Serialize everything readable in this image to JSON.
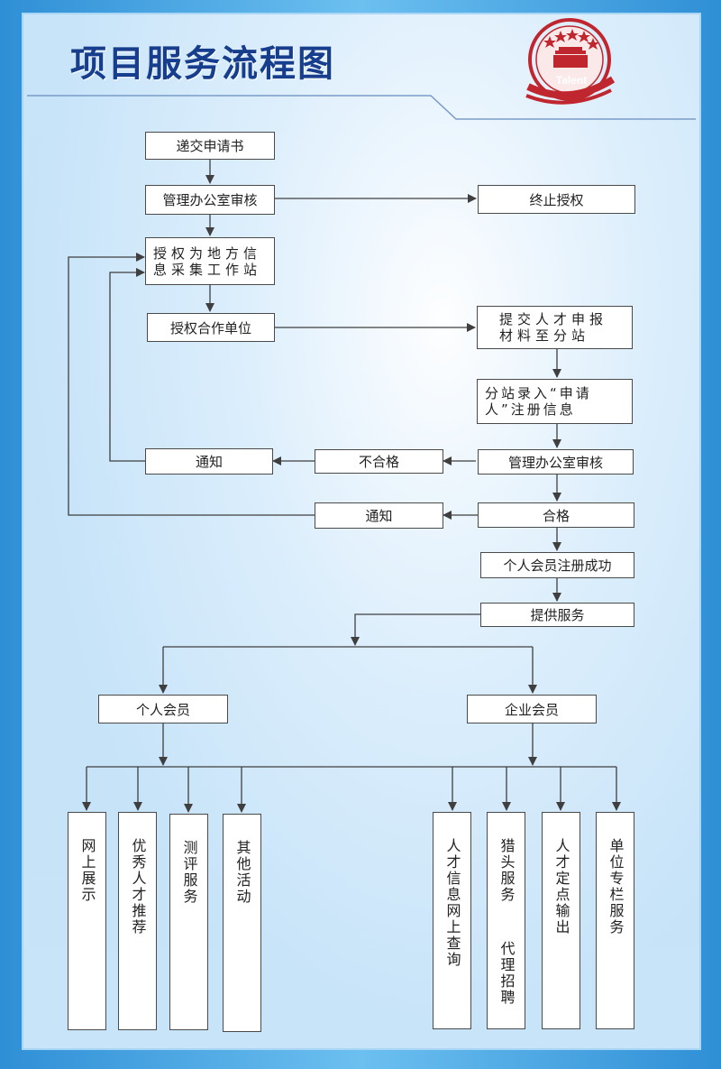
{
  "title": "项目服务流程图",
  "logo_text": "Talent",
  "colors": {
    "title": "#173e8c",
    "logo": "#c0262d",
    "line": "#3f3f3f"
  },
  "nodes": {
    "submit": "递交申请书",
    "review1": "管理办公室审核",
    "terminate": "终止授权",
    "site": "授权为地方信息采集工作站",
    "partner": "授权合作单位",
    "materials": "提交人才申报材料至分站",
    "register": "分站录入“申请人”注册信息",
    "review2": "管理办公室审核",
    "fail": "不合格",
    "notice1": "通知",
    "pass": "合格",
    "notice2": "通知",
    "member_ok": "个人会员注册成功",
    "service": "提供服务",
    "personal": "个人会员",
    "enterprise": "企业会员"
  },
  "personal_services": [
    "网上展示",
    "优秀人才推荐",
    "测评服务",
    "其他活动"
  ],
  "enterprise_services": [
    "人才信息网上查询",
    "猎头服务  代理招聘",
    "人才定点输出",
    "单位专栏服务"
  ]
}
